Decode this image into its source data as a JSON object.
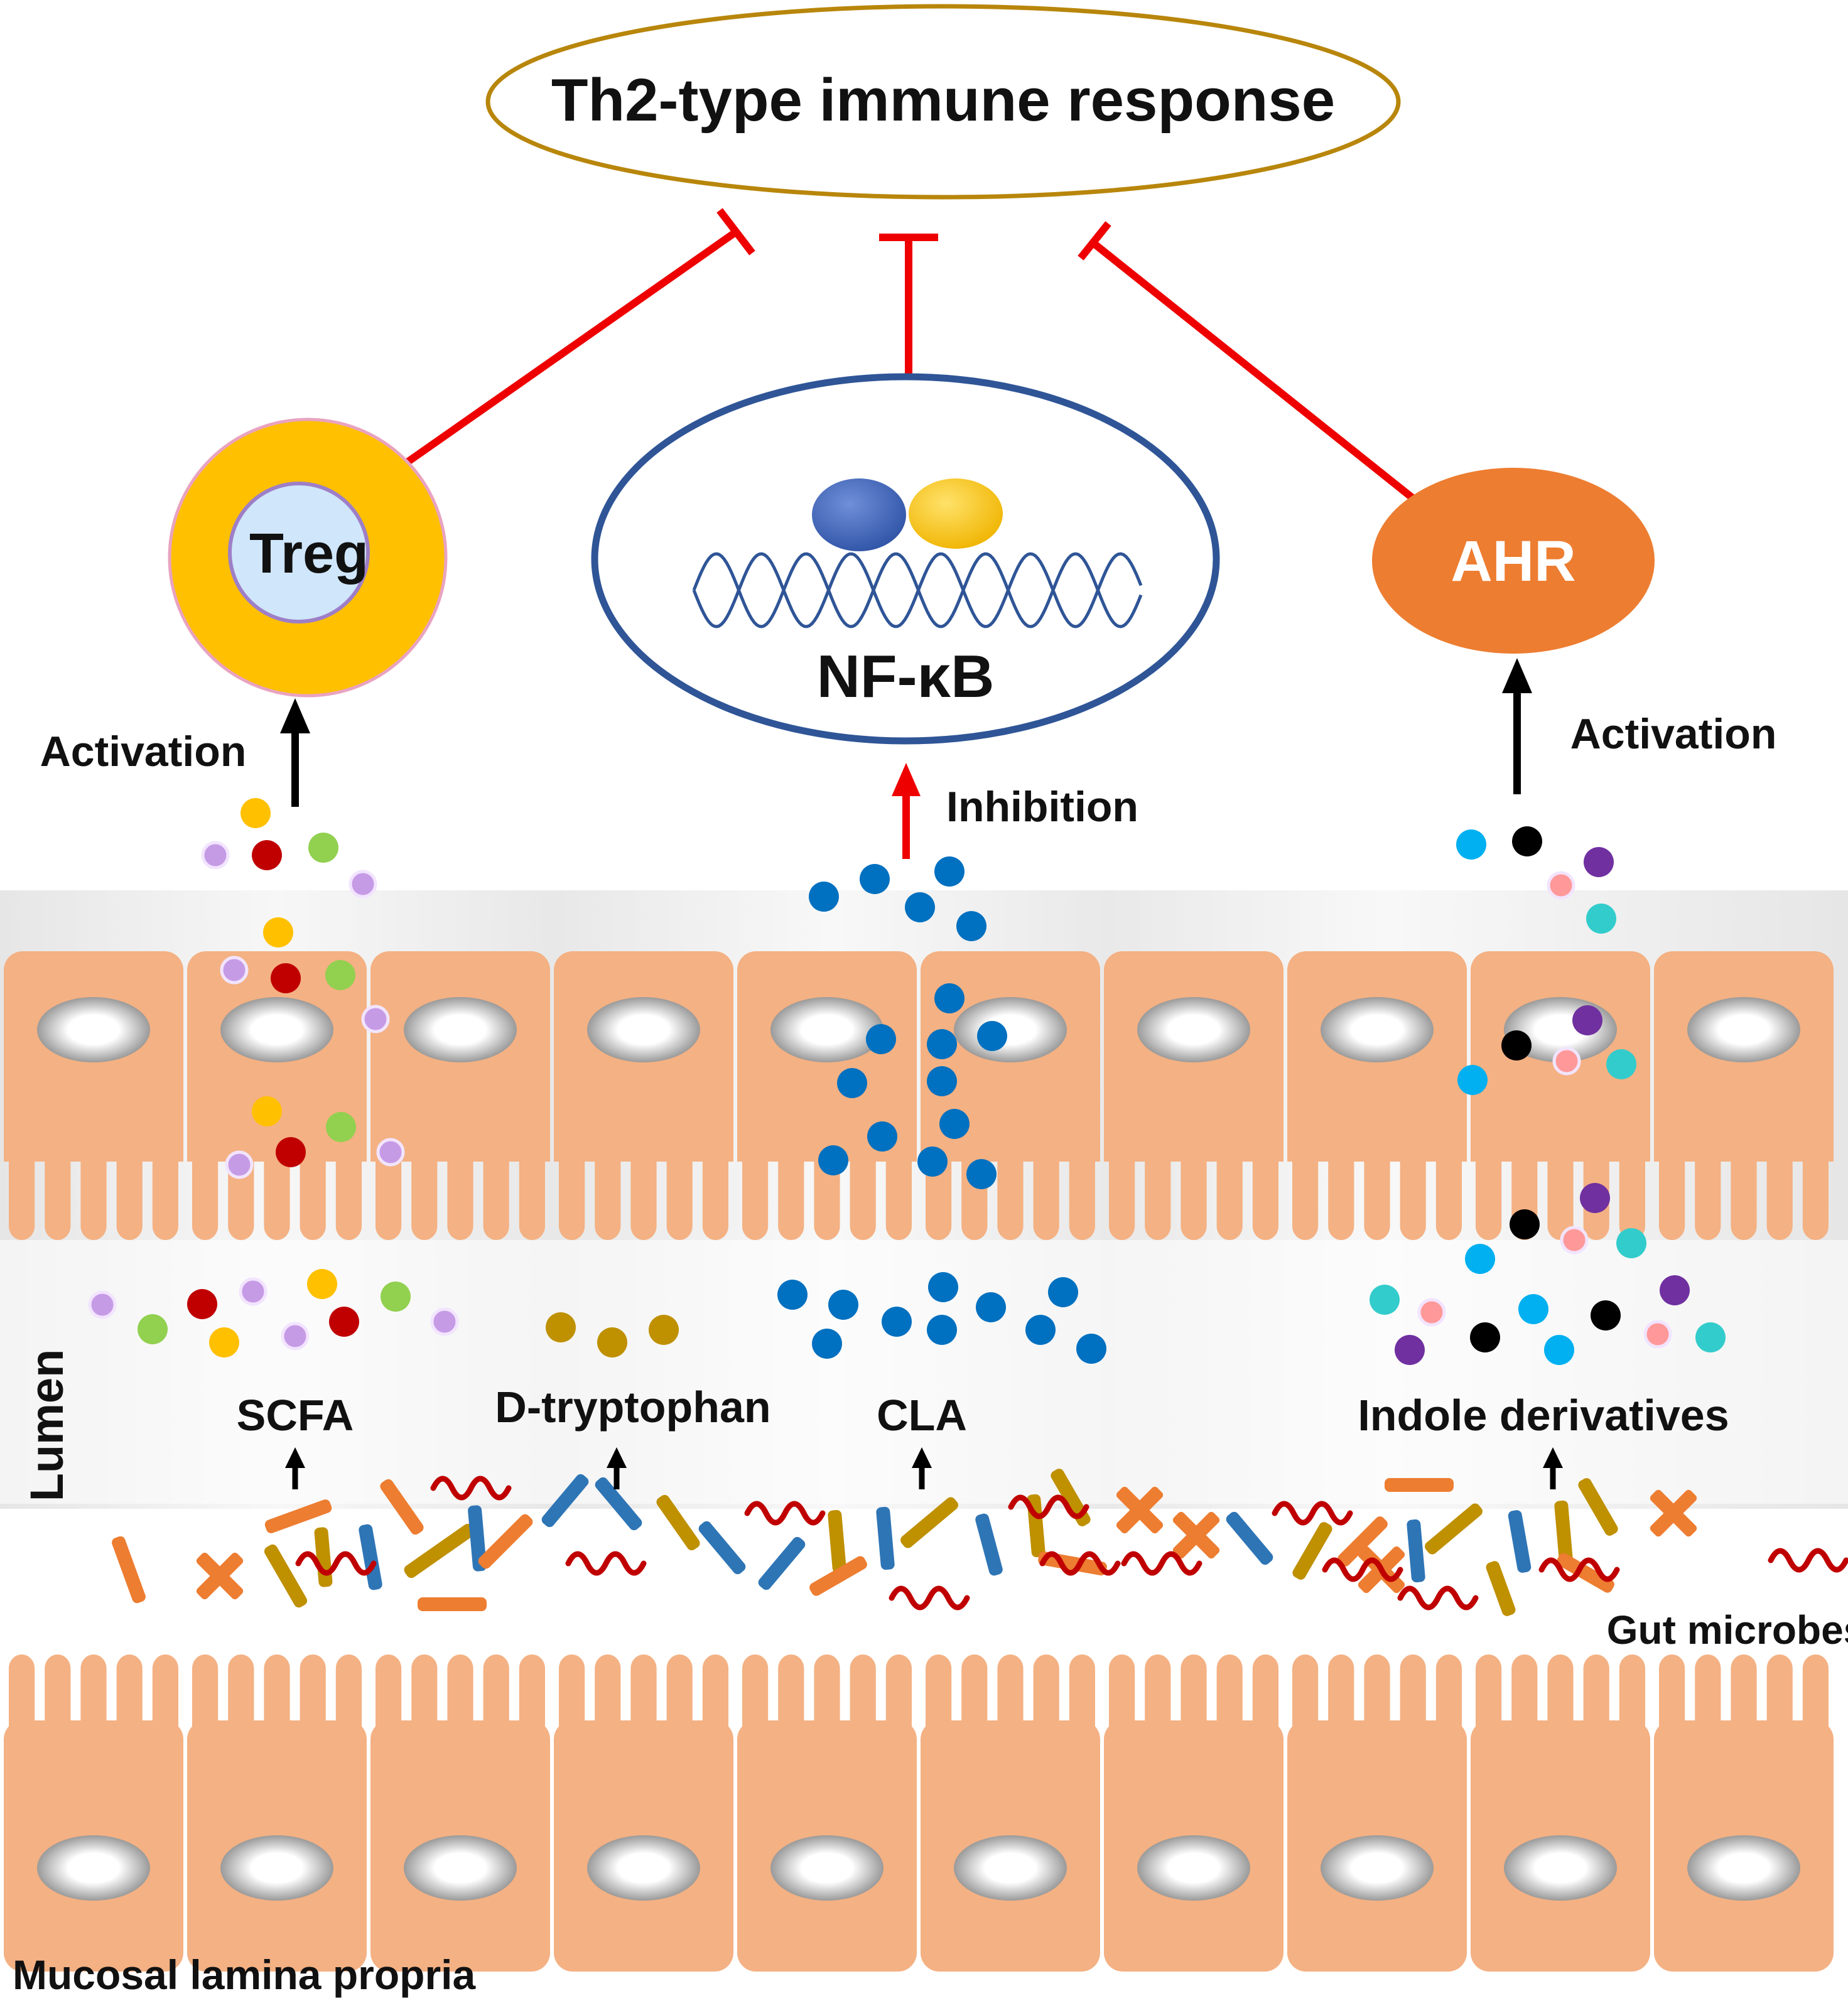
{
  "top_node": {
    "label": "Th2-type immune response"
  },
  "treg": {
    "label": "Treg"
  },
  "nfkb": {
    "label": "NF-κB"
  },
  "ahr": {
    "label": "AHR"
  },
  "edges": {
    "treg_activation": "Activation",
    "nfkb_inhibition": "Inhibition",
    "ahr_activation": "Activation"
  },
  "metabolites": {
    "scfa": "SCFA",
    "d_tryptophan": "D-tryptophan",
    "cla": "CLA",
    "indole": "Indole derivatives"
  },
  "regions": {
    "lumen": "Lumen",
    "gut_microbes": "Gut microbes",
    "lamina_propria": "Mucosal lamina propria"
  },
  "colors": {
    "inhibit_line": "#ee0000",
    "activate_arrow": "#000000",
    "cell_fill": "#f4b183",
    "ellipse_border": "#b8860b",
    "nfkb_border": "#2f5597",
    "treg_outer": "#ffc000",
    "treg_inner": "#cfe6fb",
    "ahr_fill": "#ed7d31",
    "scfa_dot_colors": [
      "#ffc000",
      "#c00000",
      "#92d050",
      "#c69be6"
    ],
    "d_tryptophan_dot": "#bf9000",
    "cla_dot": "#0070c0",
    "indole_dot_colors": [
      "#00b0f0",
      "#000000",
      "#7030a0",
      "#ff9999",
      "#33cccc"
    ],
    "microbe_colors": [
      "#ed7d31",
      "#bf9000",
      "#2e75b6",
      "#c00000"
    ]
  }
}
